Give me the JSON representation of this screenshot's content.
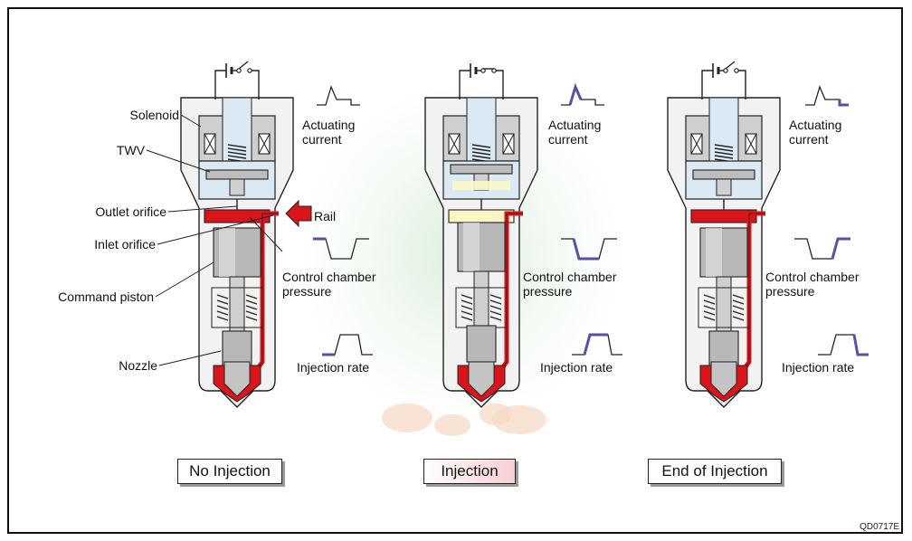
{
  "labels": {
    "solenoid": "Solenoid",
    "twv": "TWV",
    "outlet_orifice": "Outlet orifice",
    "inlet_orifice": "Inlet orifice",
    "command_piston": "Command piston",
    "nozzle": "Nozzle",
    "rail": "Rail"
  },
  "graph_labels": {
    "actuating_current": [
      "Actuating",
      "current"
    ],
    "control_chamber_pressure": [
      "Control chamber",
      "pressure"
    ],
    "injection_rate": "Injection rate"
  },
  "states": [
    {
      "label": "No Injection"
    },
    {
      "label": "Injection"
    },
    {
      "label": "End of Injection"
    }
  ],
  "figure_code": "QD0717E",
  "colors": {
    "fuel_red": "#d9141b",
    "graph_blue": "#5b4fa0",
    "body_gray": "#f2f2f2",
    "chamber_blue": "#dbe9f5",
    "piston_gray": "#bdbdbd",
    "injection_box_pink": "#f8cfd5"
  }
}
